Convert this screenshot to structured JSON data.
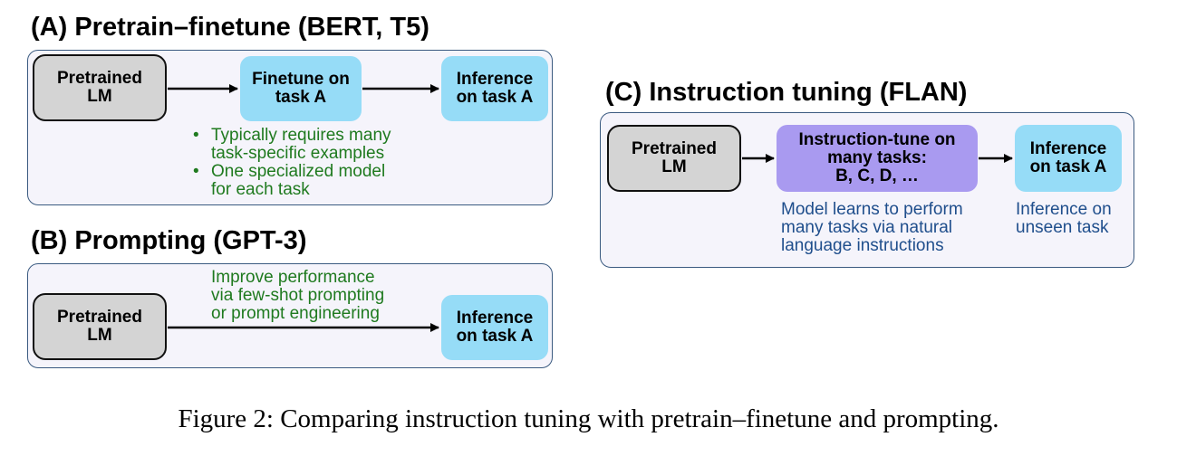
{
  "panel_a": {
    "title": "(A) Pretrain–finetune (BERT, T5)",
    "pretrained_line1": "Pretrained",
    "pretrained_line2": "LM",
    "finetune_line1": "Finetune on",
    "finetune_line2": "task A",
    "inference_line1": "Inference",
    "inference_line2": "on task A",
    "bullets": [
      {
        "line1": "Typically requires many",
        "line2": "task-specific examples"
      },
      {
        "line1": "One specialized model",
        "line2": "for each task"
      }
    ]
  },
  "panel_b": {
    "title": "(B) Prompting (GPT-3)",
    "pretrained_line1": "Pretrained",
    "pretrained_line2": "LM",
    "note_line1": "Improve performance",
    "note_line2": "via few-shot prompting",
    "note_line3": "or prompt engineering",
    "inference_line1": "Inference",
    "inference_line2": "on task A"
  },
  "panel_c": {
    "title": "(C) Instruction tuning (FLAN)",
    "pretrained_line1": "Pretrained",
    "pretrained_line2": "LM",
    "tune_line1": "Instruction-tune on",
    "tune_line2": "many tasks:",
    "tune_line3": "B, C, D, …",
    "inference_line1": "Inference",
    "inference_line2": "on task A",
    "tune_note_line1": "Model learns to perform",
    "tune_note_line2": "many tasks via natural",
    "tune_note_line3": "language instructions",
    "inference_note_line1": "Inference on",
    "inference_note_line2": "unseen task"
  },
  "colors": {
    "panel_border": "#3a5a80",
    "panel_fill": "#f5f4fb",
    "pretrained_fill": "#d4d4d4",
    "inference_fill": "#96dcf7",
    "instruction_tune_fill": "#a99af0",
    "green_text": "#1f7a1f",
    "blue_text": "#1f4e8c"
  },
  "caption": "Figure 2: Comparing instruction tuning with pretrain–finetune and prompting."
}
